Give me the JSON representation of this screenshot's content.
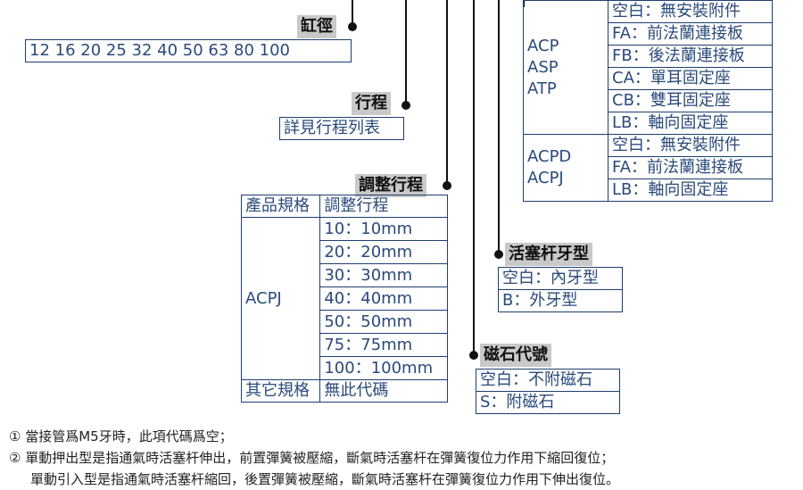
{
  "bore": {
    "label": "缸徑",
    "values": "12 16 20 25 32 40 50 63 80 100"
  },
  "stroke": {
    "label": "行程",
    "value": "詳見行程列表"
  },
  "adjust": {
    "label": "調整行程",
    "header": [
      "產品規格",
      "調整行程"
    ],
    "model": "ACPJ",
    "rows": [
      "10：10mm",
      "20：20mm",
      "30：30mm",
      "40：40mm",
      "50：50mm",
      "75：75mm",
      "100：100mm"
    ],
    "other": [
      "其它規格",
      "無此代碼"
    ]
  },
  "rod_thread": {
    "label": "活塞杆牙型",
    "options": [
      "空白：內牙型",
      "B：外牙型"
    ]
  },
  "magnet": {
    "label": "磁石代號",
    "options": [
      "空白：不附磁石",
      "S：附磁石"
    ]
  },
  "mounting": {
    "group1": {
      "models": [
        "ACP",
        "ASP",
        "ATP"
      ],
      "options": [
        "空白：無安裝附件",
        "FA：前法蘭連接板",
        "FB：後法蘭連接板",
        "CA：單耳固定座",
        "CB：雙耳固定座",
        "LB：軸向固定座"
      ]
    },
    "group2": {
      "models": [
        "ACPD",
        "ACPJ"
      ],
      "options": [
        "空白：無安裝附件",
        "FA：前法蘭連接板",
        "LB：軸向固定座"
      ]
    }
  },
  "notes": [
    "① 當接管爲M5牙時，此項代碼爲空；",
    "② 單動押出型是指通氣時活塞杆伸出，前置彈簧被壓縮，斷氣時活塞杆在彈簧復位力作用下縮回復位；",
    "單動引入型是指通氣時活塞杆縮回，後置彈簧被壓縮，斷氣時活塞杆在彈簧復位力作用下伸出復位。"
  ]
}
